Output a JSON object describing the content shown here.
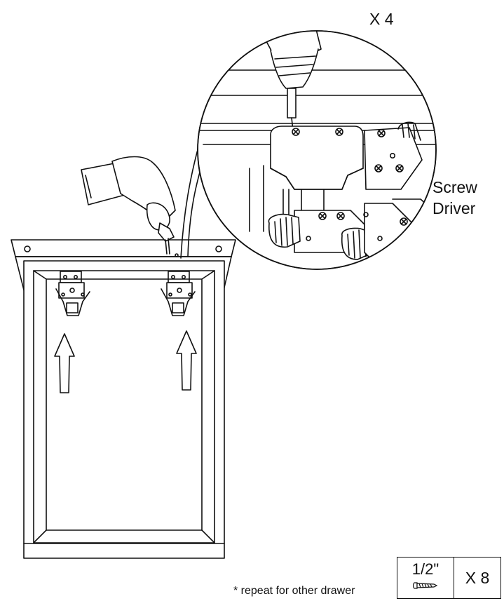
{
  "callout": {
    "quantity": "X 4"
  },
  "tool": {
    "label_line1": "Screw",
    "label_line2": "Driver"
  },
  "note": {
    "text": "* repeat for other drawer"
  },
  "hardware": {
    "size": "1/2\"",
    "count": "X 8",
    "icon": "screw-icon"
  },
  "colors": {
    "line": "#111111",
    "background": "#ffffff"
  }
}
